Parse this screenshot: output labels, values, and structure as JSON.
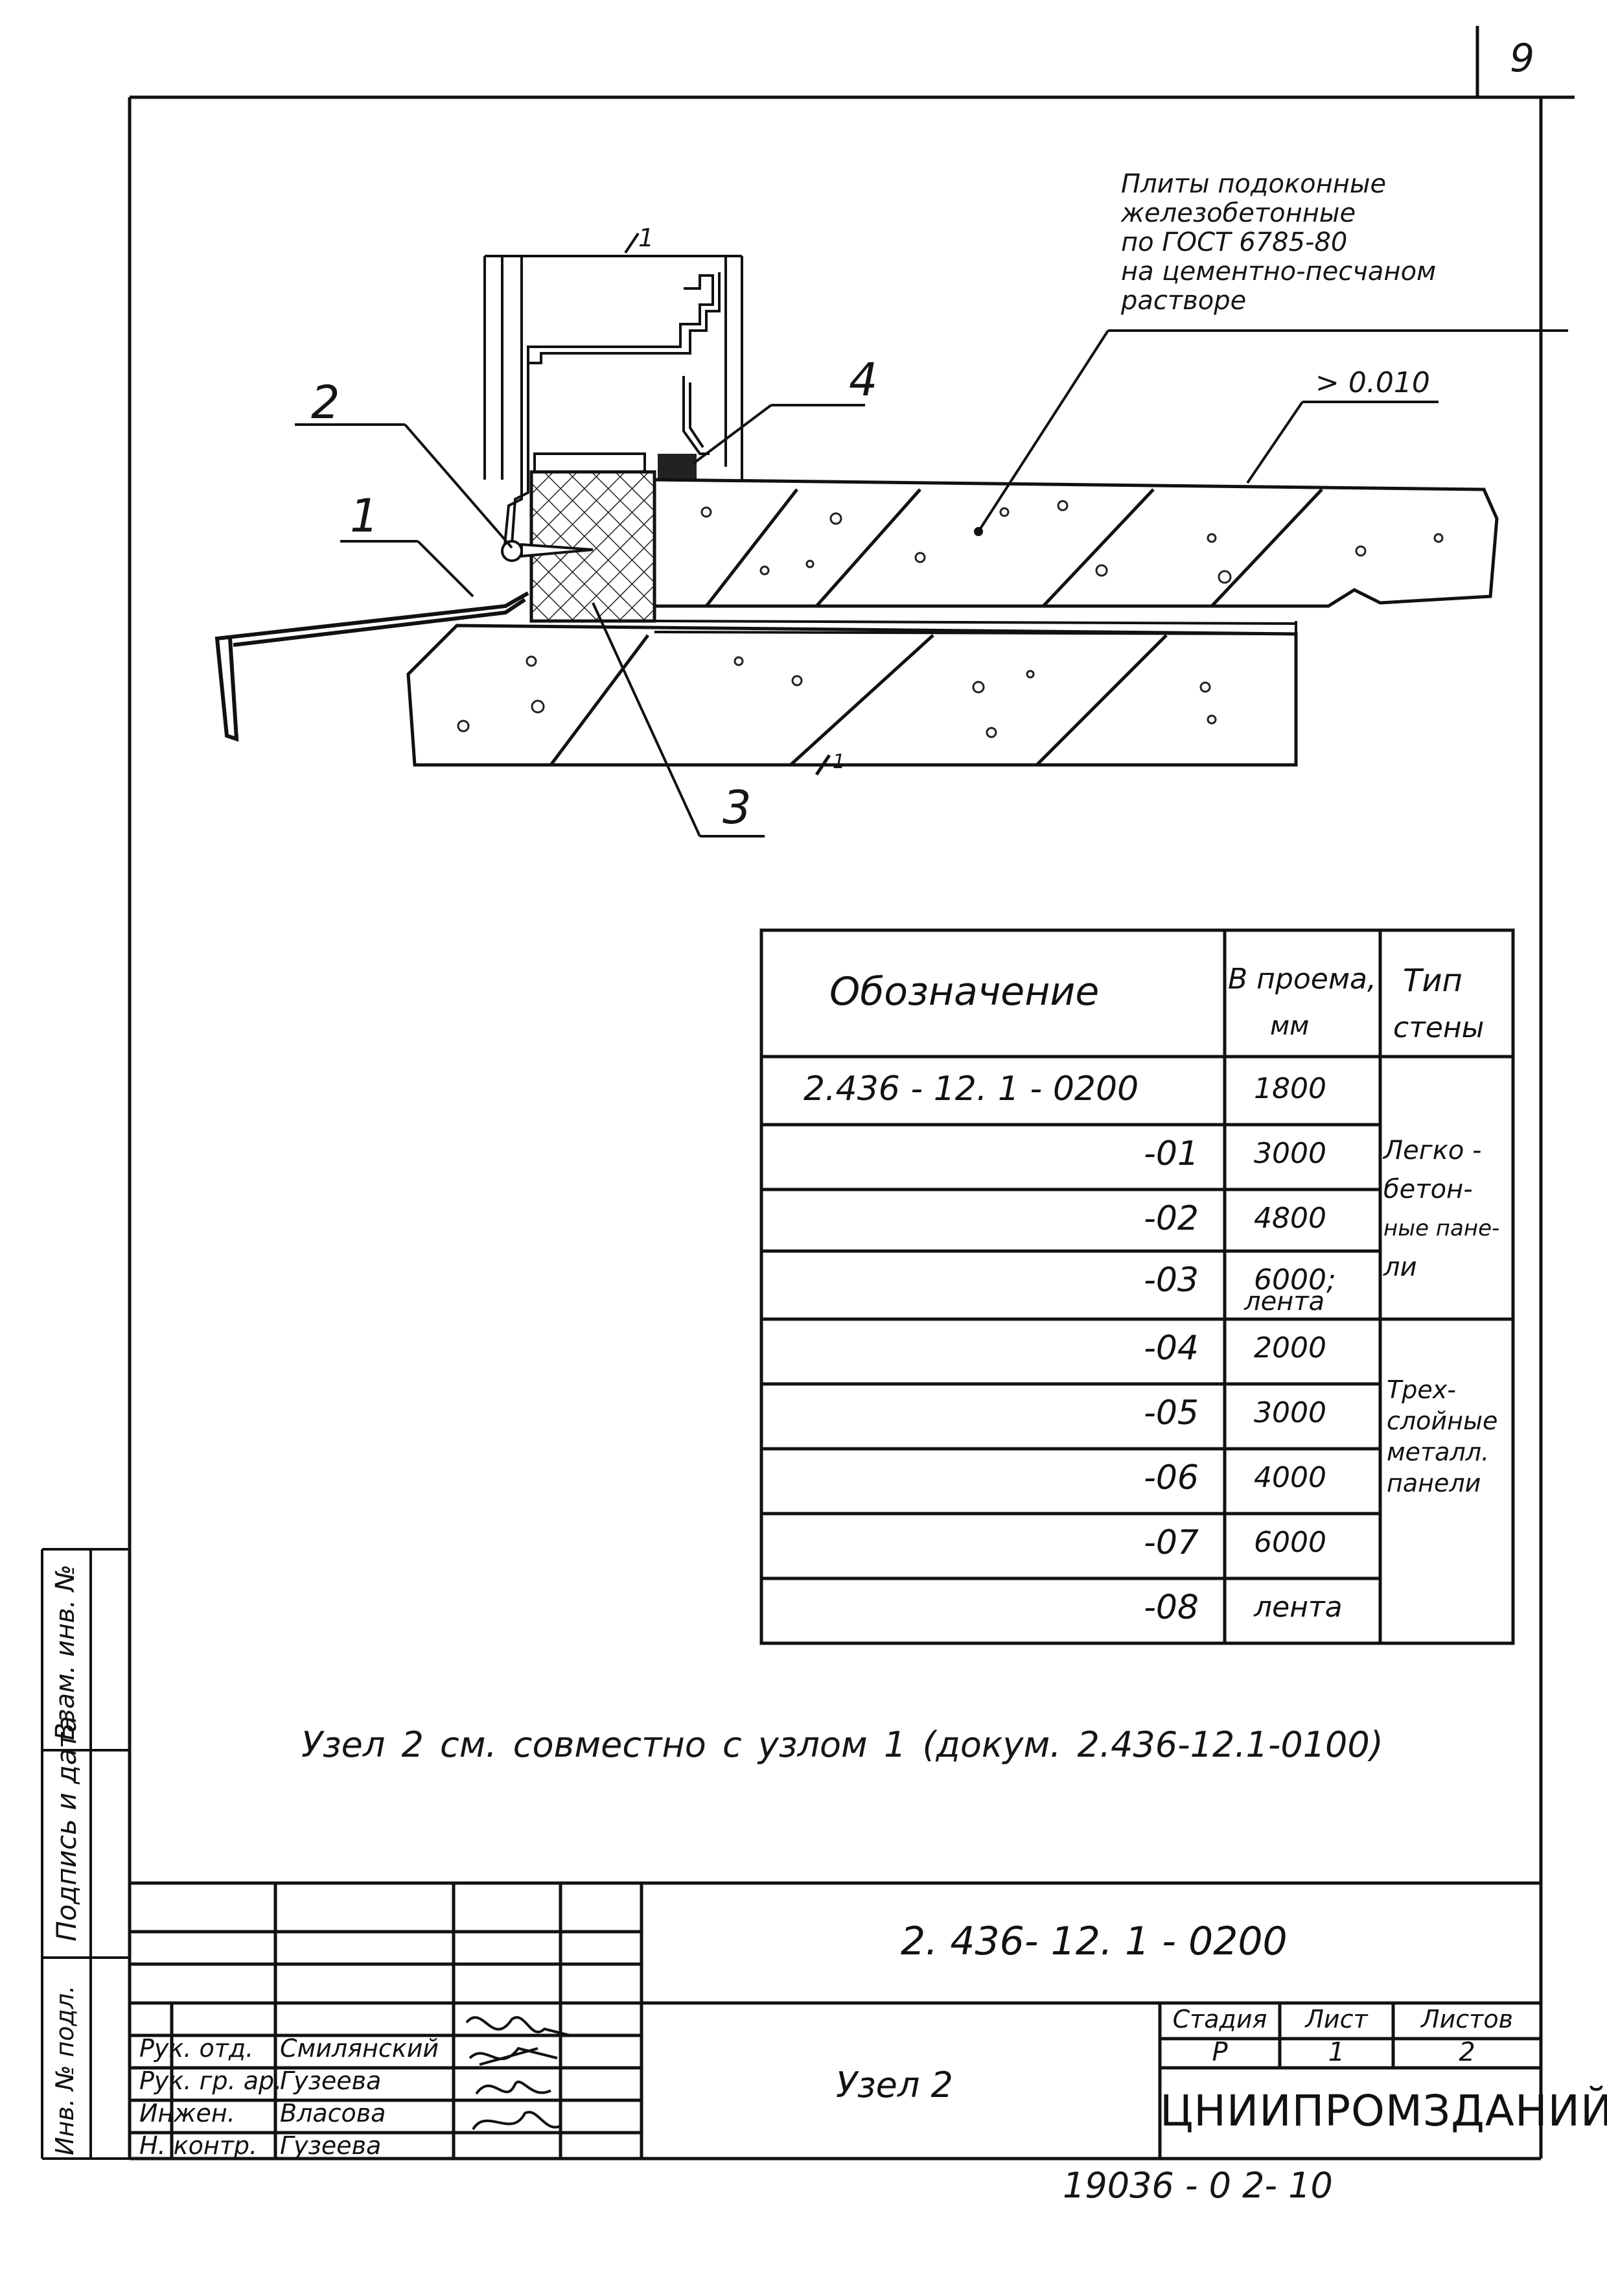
{
  "sheet_number_corner": "9",
  "callout": {
    "lines": [
      "Плиты подоконные",
      "железобетонные",
      "по ГОСТ 6785-80",
      "на цементно-песчаном",
      "растворе"
    ],
    "slope": "> 0.010",
    "section_mark_top": "1",
    "section_mark_bottom": "1",
    "markers": [
      "1",
      "2",
      "3",
      "4"
    ]
  },
  "spec_table": {
    "headers": {
      "designation": "Обозначение",
      "opening_line1": "В проема,",
      "opening_line2": "мм",
      "wall_line1": "Тип",
      "wall_line2": "стены"
    },
    "rows": [
      {
        "designation": "2.436 - 12. 1 - 0200",
        "opening": "1800"
      },
      {
        "designation": "-01",
        "opening": "3000"
      },
      {
        "designation": "-02",
        "opening": "4800"
      },
      {
        "designation": "-03",
        "opening": "6000;",
        "opening_sub": "лента"
      },
      {
        "designation": "-04",
        "opening": "2000"
      },
      {
        "designation": "-05",
        "opening": "3000"
      },
      {
        "designation": "-06",
        "opening": "4000"
      },
      {
        "designation": "-07",
        "opening": "6000"
      },
      {
        "designation": "-08",
        "opening": "лента"
      }
    ],
    "wall_types": [
      {
        "lines": [
          "Легко -",
          "бетон-",
          "ные пане-",
          "ли"
        ]
      },
      {
        "lines": [
          "Трех-",
          "слойные",
          "металл.",
          "панели"
        ]
      }
    ]
  },
  "note": "Узел 2 см. совместно с узлом 1 (докум. 2.436-12.1-0100)",
  "side_stamp": {
    "fields": [
      "Инв. № подл.",
      "Подпись и дата",
      "Взам. инв. №"
    ]
  },
  "title_block": {
    "code": "2. 436- 12. 1 - 0200",
    "name": "Узел 2",
    "stage_label": "Стадия",
    "sheet_label": "Лист",
    "sheets_label": "Листов",
    "stage": "Р",
    "sheet": "1",
    "sheets": "2",
    "organization": "ЦНИИПРОМЗДАНИЙ",
    "people": [
      {
        "role": "Рук. отд.",
        "name": "Смилянский"
      },
      {
        "role": "Рук. гр. ар.",
        "name": "Гузеева"
      },
      {
        "role": "Инжен.",
        "name": "Власова"
      },
      {
        "role": "Н. контр.",
        "name": "Гузеева"
      }
    ]
  },
  "bottom_number": "19036 - 0 2-   10"
}
